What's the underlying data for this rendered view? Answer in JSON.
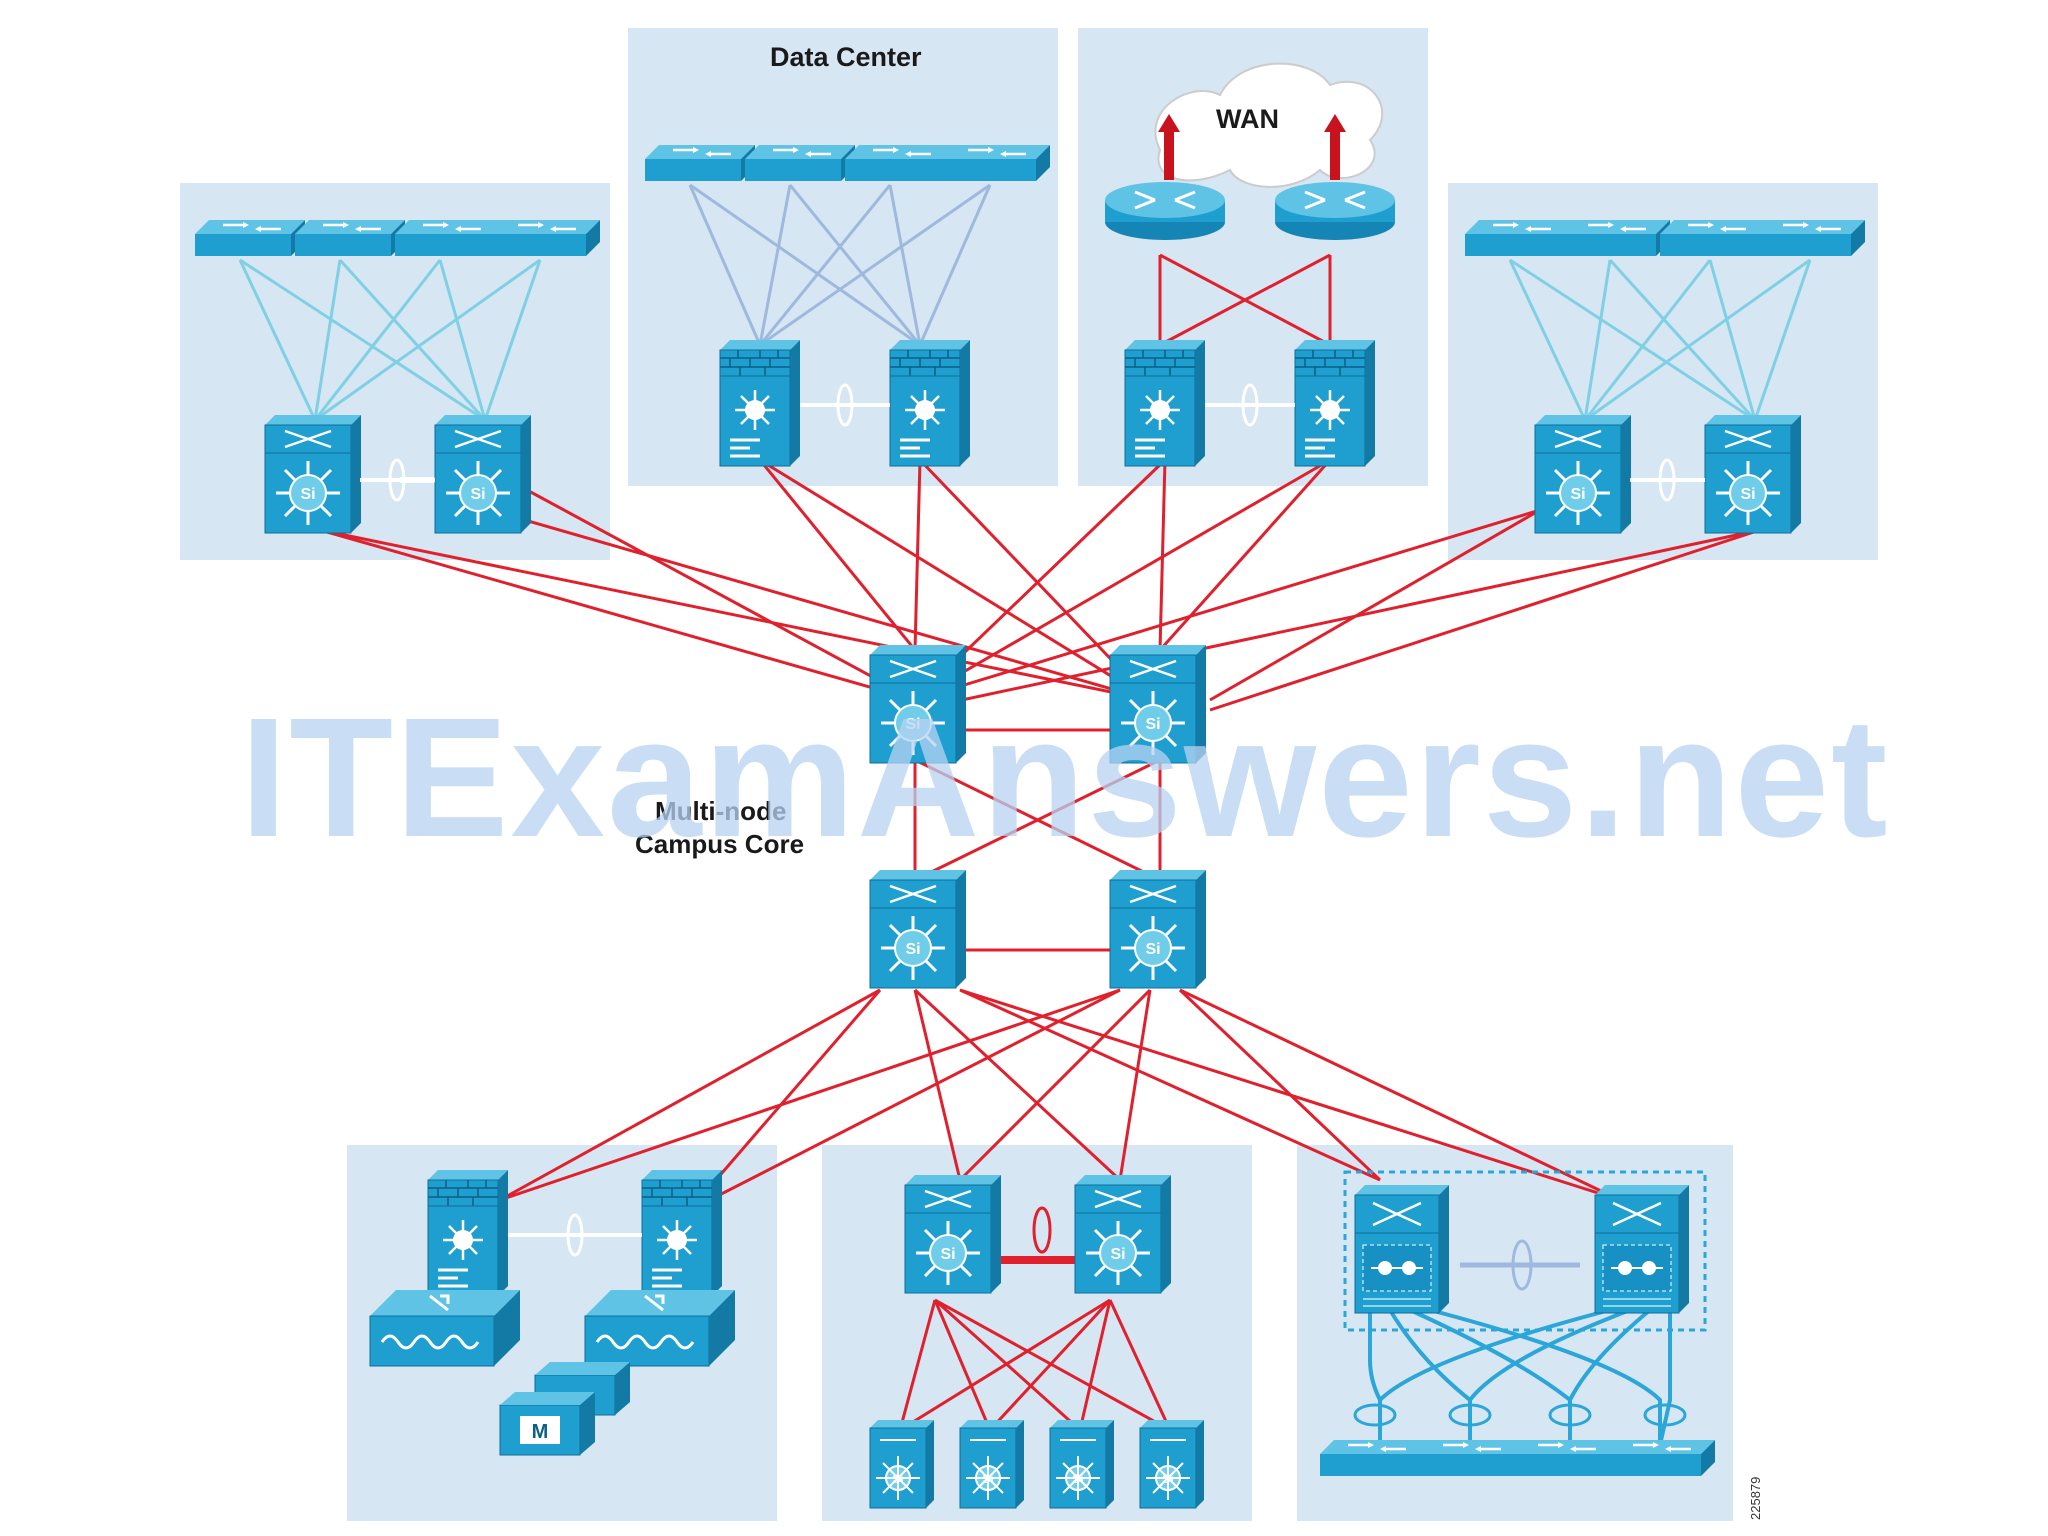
{
  "labels": {
    "data_center": "Data Center",
    "wan": "WAN",
    "core_line1": "Multi-node",
    "core_line2": "Campus Core",
    "figure_id": "225879",
    "mcu_glyph": "M"
  },
  "watermark": "ITExamAnswers.net",
  "colors": {
    "block_bg": "#d6e6f2",
    "device_fill": "#1e9fd0",
    "device_dark": "#137aa6",
    "link_red": "#e0202c",
    "link_blue": "#9fb8de",
    "link_teal": "#7fd0e4",
    "cloud_fill": "#ffffff"
  },
  "blocks": [
    {
      "id": "access-left",
      "name": "access-block-left"
    },
    {
      "id": "data-center",
      "name": "data-center-block"
    },
    {
      "id": "wan-edge",
      "name": "wan-edge-block"
    },
    {
      "id": "access-right",
      "name": "access-block-right"
    },
    {
      "id": "services",
      "name": "services-block"
    },
    {
      "id": "distribution",
      "name": "distribution-block"
    },
    {
      "id": "vss",
      "name": "vss-block"
    }
  ]
}
